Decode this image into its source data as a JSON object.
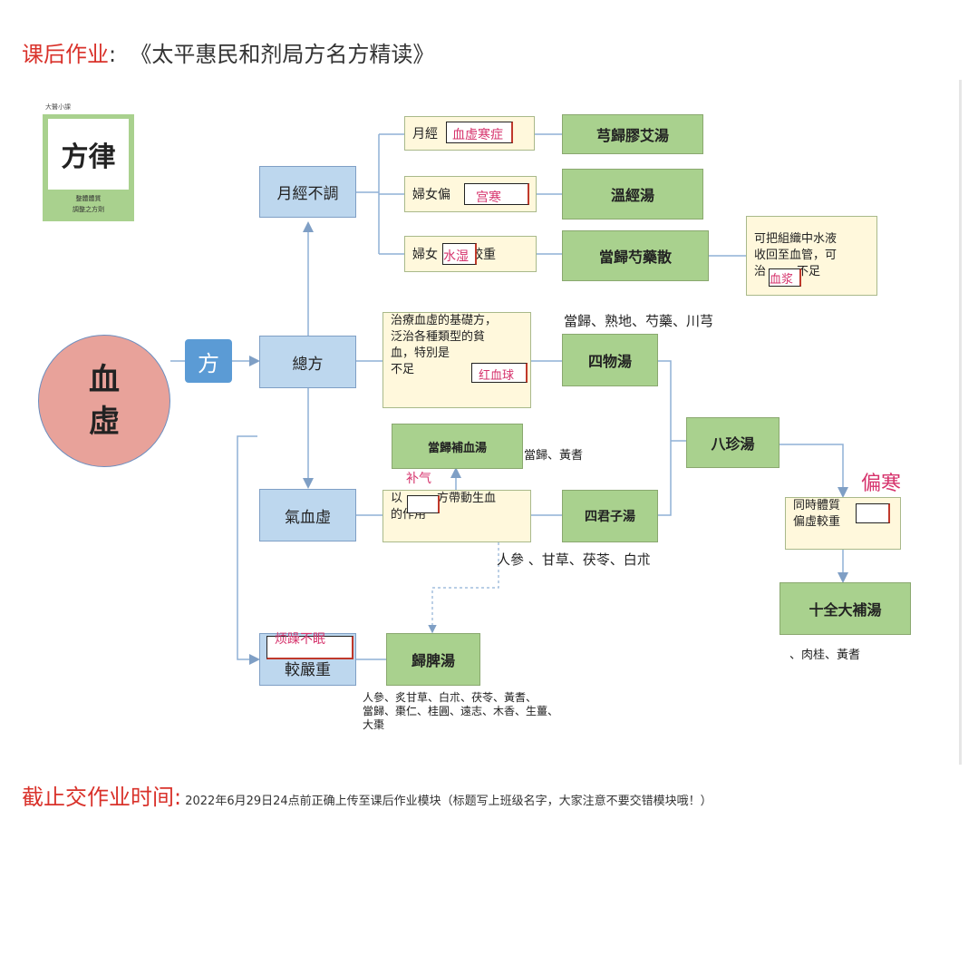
{
  "header": {
    "label": "课后作业",
    "colon": ":",
    "book": "《太平惠民和剂局方名方精读》"
  },
  "cover": {
    "top_text": "大醫小課",
    "calligraphy": "方律",
    "sub1": "整體體質",
    "sub2": "調整之方劑"
  },
  "center": {
    "char1": "血",
    "char2": "虛",
    "fang": "方"
  },
  "categories": {
    "yuejing": "月經不調",
    "zongfang": "總方",
    "qixue": "氣血虛",
    "jiaoyan": "較嚴重"
  },
  "conditions": {
    "c1_prefix": "月經",
    "c1_answer": "血虚寒症",
    "c2_prefix": "婦女偏",
    "c2_answer": "宫寒",
    "c3_prefix": "婦女",
    "c3_answer": "水湿",
    "c3_suffix": "較重",
    "siwu_desc_1": "治療血虛的基礎方，",
    "siwu_desc_2": "泛治各種類型的貧",
    "siwu_desc_3": "血，特別是",
    "siwu_desc_4": "不足",
    "siwu_answer": "红血球",
    "sijun_prefix": "以",
    "sijun_mid": "方帶動生血",
    "sijun_suffix": "的作用",
    "sijun_answer": "补气",
    "bazhen_1": "同時體質",
    "bazhen_2": "偏虛較重",
    "bazhen_answer": "偏寒",
    "danggui_1": "可把組織中水液",
    "danggui_2": "收回至血管，可",
    "danggui_3_pre": "治",
    "danggui_3_ans": "血浆",
    "danggui_3_suf": "不足",
    "guipi_answer": "烦躁不眠"
  },
  "formulas": {
    "xiongui": "芎歸膠艾湯",
    "wenjing": "溫經湯",
    "dangguishaoyao": "當歸芍藥散",
    "siwu": "四物湯",
    "bazhen": "八珍湯",
    "buxue": "當歸補血湯",
    "sijunzi": "四君子湯",
    "shiquan": "十全大補湯",
    "guipi": "歸脾湯"
  },
  "ingredients": {
    "siwu": "當歸、熟地、芍藥、川芎",
    "buxue": "當歸、黃耆",
    "sijunzi": "人參 、甘草、茯苓、白朮",
    "shiquan": "、肉桂、黃耆",
    "guipi_1": "人參、炙甘草、白朮、茯苓、黃耆、",
    "guipi_2": "當歸、棗仁、桂圓、遠志、木香、生薑、",
    "guipi_3": "大棗"
  },
  "footer": {
    "label": "截止交作业时间:",
    "text": "2022年6月29日24点前正确上传至课后作业模块（标题写上班级名字，大家注意不要交错模块哦！）"
  }
}
